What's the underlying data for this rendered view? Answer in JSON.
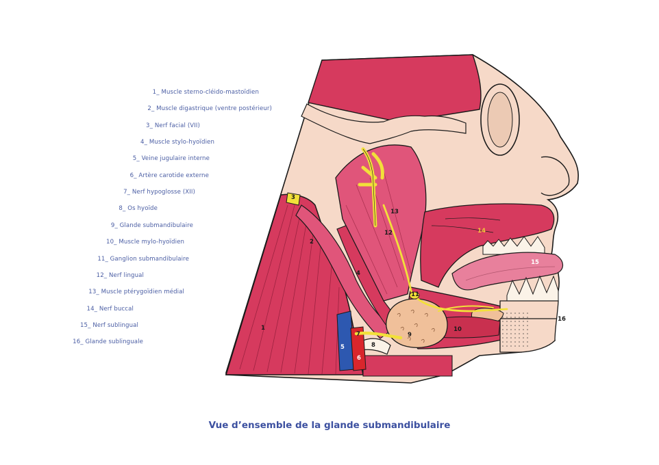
{
  "legend": [
    {
      "label": "1_ Muscle sterno-cléido-mastoïdien"
    },
    {
      "label": "2_ Muscle digastrique (ventre postérieur)"
    },
    {
      "label": "3_ Nerf facial (VII)"
    },
    {
      "label": "4_ Muscle stylo-hyoïdien"
    },
    {
      "label": "5_ Veine jugulaire interne"
    },
    {
      "label": "6_ Artère carotide externe"
    },
    {
      "label": "7_ Nerf hypoglosse (XII)"
    },
    {
      "label": "8_ Os hyoïde"
    },
    {
      "label": "9_ Glande submandibulaire"
    },
    {
      "label": "10_ Muscle mylo-hyoïdien"
    },
    {
      "label": "11_ Ganglion submandibulaire"
    },
    {
      "label": "12_ Nerf lingual"
    },
    {
      "label": "13_ Muscle ptérygoïdien médial"
    },
    {
      "label": "14_ Nerf buccal"
    },
    {
      "label": "15_ Nerf sublingual"
    },
    {
      "label": "16_ Glande sublinguale"
    }
  ],
  "markers": [
    "1",
    "2",
    "3",
    "4",
    "5",
    "6",
    "7",
    "8",
    "9",
    "10",
    "11",
    "12",
    "13",
    "14",
    "15",
    "16"
  ],
  "caption": "Vue d’ensemble de la glande submandibulaire",
  "colors": {
    "muscle": "#d63a5e",
    "muscle_light": "#e0557a",
    "skin": "#f6d9c8",
    "nerve": "#f2e03a",
    "vein": "#2d58b0",
    "artery": "#d9262c",
    "gland": "#f0c09a",
    "tongue": "#e8809c",
    "legend_text": "#4a5da3"
  }
}
